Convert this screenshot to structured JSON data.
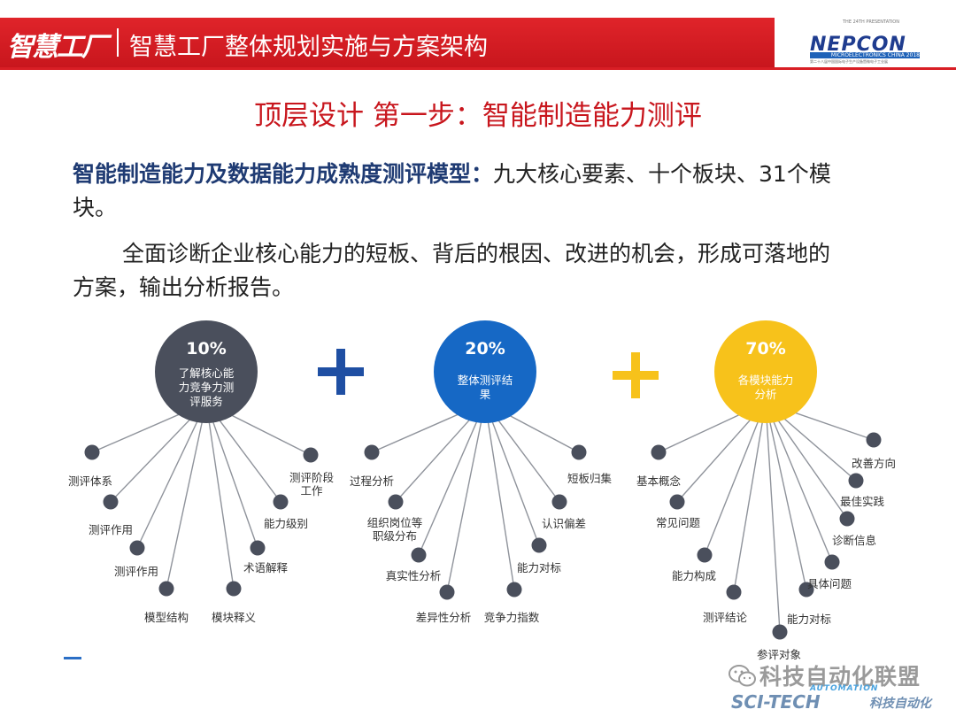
{
  "header": {
    "logo": "智慧工厂",
    "title": "智慧工厂整体规划实施与方案架构",
    "brand": {
      "top_text": "THE 24TH PRESENTATION",
      "name": "NEPCON",
      "sub": "MICROELECTRONICS CHINA 2018",
      "sub2": "第二十八届中国国际电子生产设备暨微电子工业展"
    }
  },
  "main_title": "顶层设计  第一步：智能制造能力测评",
  "para1": {
    "strong": "智能制造能力及数据能力成熟度测评模型：",
    "rest": "九大核心要素、十个板块、31个模块。"
  },
  "para2": "全面诊断企业核心能力的短板、背后的根因、改进的机会，形成可落地的方案，输出分析报告。",
  "diagram": {
    "plus_signs": [
      {
        "color": "#1f4fa3"
      },
      {
        "color": "#f7c21b"
      }
    ],
    "clusters": [
      {
        "percent": "10%",
        "label_lines": [
          "了解核心能",
          "力竞争力测",
          "评服务"
        ],
        "color": "#4a4f5c",
        "leaves": [
          "测评体系",
          "测评作用",
          "测评作用",
          "模型结构",
          "模块释义",
          "术语解释",
          "能力级别",
          "测评阶段工作"
        ]
      },
      {
        "percent": "20%",
        "label_lines": [
          "整体测评结",
          "果"
        ],
        "color": "#1668c5",
        "leaves": [
          "过程分析",
          "组织岗位等职级分布",
          "真实性分析",
          "差异性分析",
          "竞争力指数",
          "能力对标",
          "认识偏差",
          "短板归集"
        ]
      },
      {
        "percent": "70%",
        "label_lines": [
          "各模块能力",
          "分析"
        ],
        "color": "#f7c21b",
        "leaves": [
          "基本概念",
          "常见问题",
          "能力构成",
          "测评结论",
          "参评对象",
          "能力对标",
          "具体问题",
          "诊断信息",
          "最佳实践",
          "改善方向"
        ]
      }
    ]
  },
  "watermark": {
    "text": "科技自动化联盟",
    "automation": "AUTOMATION",
    "sci": "SCI-TECH",
    "cn": "科技自动化"
  },
  "colors": {
    "header_red": "#d81e25",
    "title_red": "#c8161d",
    "node_gray": "#4a4f5c",
    "line_gray": "#8f939b"
  }
}
